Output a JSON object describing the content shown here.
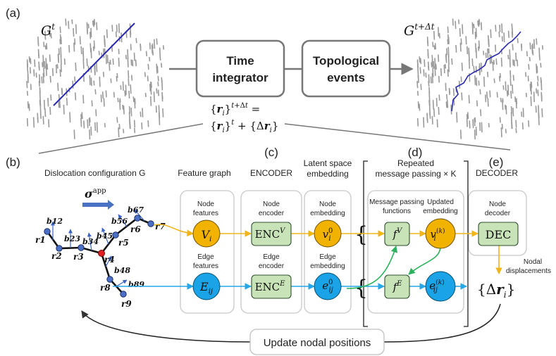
{
  "panels": {
    "a": "(a)",
    "b": "(b)",
    "c": "(c)",
    "d": "(d)",
    "e": "(e)"
  },
  "top": {
    "graph_t_label": "G",
    "graph_t_sup": "t",
    "graph_next_label": "G",
    "graph_next_sup": "t+Δt",
    "time_integrator_line1": "Time",
    "time_integrator_line2": "integrator",
    "topological_line1": "Topological",
    "topological_line2": "events",
    "equation_line1": "{r_i}^(t+Δt) =",
    "equation_line2": "{r_i}^t + {Δr_i}"
  },
  "headers": {
    "dislocation": "Dislocation configuration G",
    "feature_graph": "Feature graph",
    "encoder": "ENCODER",
    "latent_line1": "Latent space",
    "latent_line2": "embedding",
    "repeated_line1": "Repeated",
    "repeated_line2": "message passing × K",
    "decoder": "DECODER"
  },
  "sigma_label": "σ",
  "sigma_sup": "app",
  "node_labels": [
    "r1",
    "r2",
    "r3",
    "r4",
    "r5",
    "r6",
    "r7",
    "r8",
    "r9"
  ],
  "burgers_labels": [
    "b12",
    "b23",
    "b34",
    "b45",
    "b56",
    "b67",
    "b48",
    "b89"
  ],
  "feature_box": {
    "node_line1": "Node",
    "node_line2": "features",
    "node_symbol": "V_i",
    "edge_line1": "Edge",
    "edge_line2": "features",
    "edge_symbol": "E_ij"
  },
  "encoder_box": {
    "node_line1": "Node",
    "node_line2": "encoder",
    "node_symbol": "ENC^V",
    "edge_line1": "Edge",
    "edge_line2": "encoder",
    "edge_symbol": "ENC^E"
  },
  "latent_box": {
    "node_line1": "Node",
    "node_line2": "embedding",
    "node_symbol": "v_i^0",
    "edge_line1": "Edge",
    "edge_line2": "embedding",
    "edge_symbol": "e_ij^0"
  },
  "message_box": {
    "mp_line1": "Message passing",
    "mp_line2": "functions",
    "upd_line1": "Updated",
    "upd_line2": "embedding",
    "fv_symbol": "f^V",
    "fe_symbol": "f^E",
    "vk_symbol": "v_i^(k)",
    "ek_symbol": "e_ij^(k)"
  },
  "decoder_box": {
    "node_line1": "Node",
    "node_line2": "decoder",
    "symbol": "DEC"
  },
  "nodal_line1": "Nodal",
  "nodal_line2": "displacements",
  "delta_r": "{Δr_i}",
  "update_label": "Update nodal positions",
  "colors": {
    "node_orange": "#f2b200",
    "edge_blue": "#1aa3e6",
    "encoder_green": "#c9e3b8",
    "arrow_orange": "#f0b51b",
    "arrow_blue": "#27a6e8",
    "arrow_green": "#2db35d",
    "dislocation_blue": "#2a2ab0",
    "node_dot": "#4b6fc4",
    "red_dot": "#e02020"
  }
}
